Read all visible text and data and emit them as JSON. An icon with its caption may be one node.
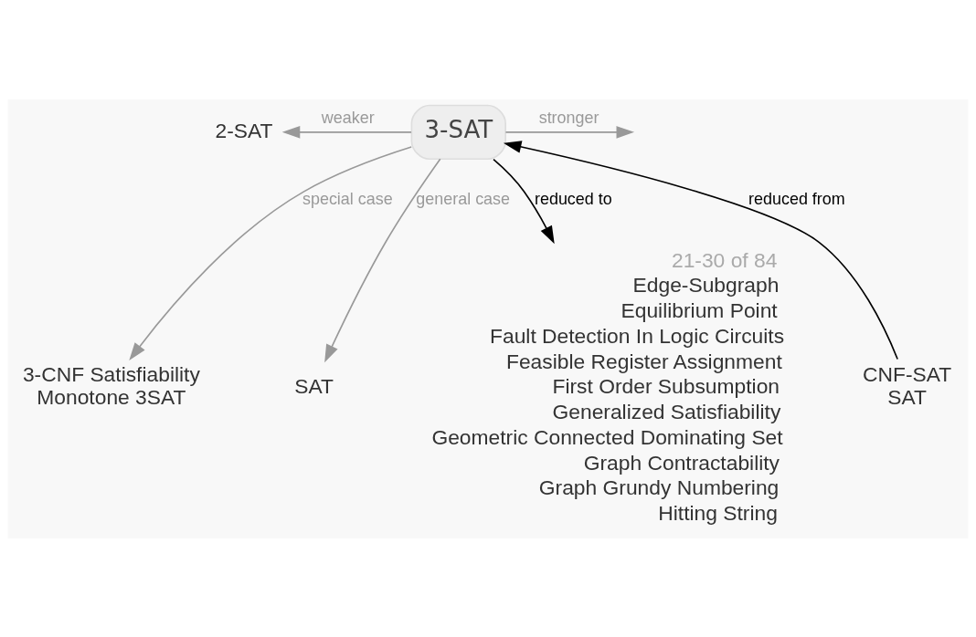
{
  "diagram": {
    "nodes": [
      {
        "text": [
          "3-SAT"
        ]
      },
      {
        "text": [
          "3-CNF Satisfiability",
          "Monotone 3SAT"
        ]
      },
      {
        "text": [
          "CNF-SAT",
          "SAT"
        ]
      },
      {
        "text": [
          "2-SAT"
        ]
      },
      {
        "text": [
          "SAT"
        ]
      },
      {
        "text": [
          "21-30 of 84",
          "Edge-Subgraph",
          "Equilibrium Point",
          "Fault Detection In Logic Circuits",
          "Feasible Register Assignment",
          "First Order Subsumption",
          "Generalized Satisfiability",
          "Geometric Connected Dominating Set",
          "Graph Contractability",
          "Graph Grundy Numbering",
          "Hitting String"
        ]
      }
    ],
    "edges": [
      {
        "from": 0,
        "to": 1,
        "arrow": "to",
        "label": "special case"
      },
      {
        "from": 2,
        "to": 0,
        "arrow": "to",
        "label": "reduced from",
        "color": "#000000"
      },
      {
        "from": 0,
        "to": 3,
        "arrow": "to",
        "label": "weaker"
      },
      {
        "from": 0,
        "to": null,
        "arrow": "to",
        "label": "stronger"
      },
      {
        "from": 0,
        "to": 4,
        "arrow": "to",
        "label": "general case"
      },
      {
        "from": 0,
        "to": 5,
        "arrow": "to",
        "label": "reduced to",
        "color": "#000000"
      }
    ]
  }
}
